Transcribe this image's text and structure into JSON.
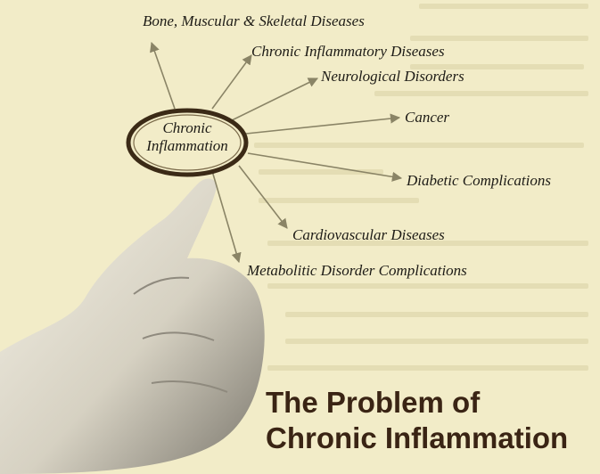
{
  "hub": {
    "line1": "Chronic",
    "line2": "Inflammation"
  },
  "targets": [
    {
      "key": "bone",
      "label": "Bone, Muscular & Skeletal Diseases"
    },
    {
      "key": "chronic-inflammatory",
      "label": "Chronic Inflammatory Diseases"
    },
    {
      "key": "neurological",
      "label": "Neurological Disorders"
    },
    {
      "key": "cancer",
      "label": "Cancer"
    },
    {
      "key": "diabetic",
      "label": "Diabetic Complications"
    },
    {
      "key": "cardiovascular",
      "label": "Cardiovascular Diseases"
    },
    {
      "key": "metabolitic",
      "label": "Metabolitic Disorder Complications"
    }
  ],
  "title": {
    "line1": "The Problem of",
    "line2": "Chronic Inflammation"
  },
  "colors": {
    "background": "#f2ecc8",
    "arrow": "#8a8466",
    "ring": "#3b2a16",
    "title": "#3a2414"
  }
}
